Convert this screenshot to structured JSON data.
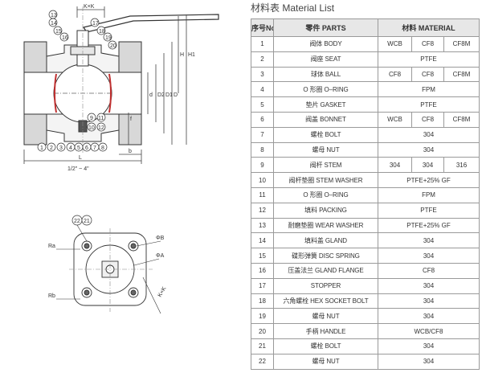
{
  "diagram": {
    "sizes": "1/2\" ~ 4\"",
    "dims": {
      "kk": "K×K",
      "d": "d",
      "D": "D",
      "D1": "D1",
      "D2": "D2",
      "f": "f",
      "b": "b",
      "L": "L",
      "H": "H",
      "H1": "H1",
      "Ra": "Ra",
      "Rb": "Rb",
      "phiB": "ΦB",
      "phiA": "ΦA"
    },
    "callouts_top": [
      "13",
      "14",
      "15",
      "16",
      "17",
      "18",
      "19",
      "20"
    ],
    "callouts_bottom": [
      "1",
      "2",
      "3",
      "4",
      "5",
      "6",
      "7",
      "8",
      "9",
      "10",
      "11",
      "12"
    ],
    "callouts_flange": [
      "22",
      "21"
    ]
  },
  "table": {
    "title": "材料表 Material List",
    "headers": {
      "no": "序号No.",
      "parts": "零件 PARTS",
      "material": "材料 MATERIAL"
    },
    "rows": [
      {
        "no": "1",
        "part": "阀体 BODY",
        "m": [
          "WCB",
          "CF8",
          "CF8M"
        ]
      },
      {
        "no": "2",
        "part": "阀座 SEAT",
        "m": [
          "PTFE"
        ]
      },
      {
        "no": "3",
        "part": "球体 BALL",
        "m": [
          "CF8",
          "CF8",
          "CF8M"
        ]
      },
      {
        "no": "4",
        "part": "O 形圈 O–RING",
        "m": [
          "FPM"
        ]
      },
      {
        "no": "5",
        "part": "垫片 GASKET",
        "m": [
          "PTFE"
        ]
      },
      {
        "no": "6",
        "part": "阀盖 BONNET",
        "m": [
          "WCB",
          "CF8",
          "CF8M"
        ]
      },
      {
        "no": "7",
        "part": "螺栓 BOLT",
        "m": [
          "304"
        ]
      },
      {
        "no": "8",
        "part": "螺母 NUT",
        "m": [
          "304"
        ]
      },
      {
        "no": "9",
        "part": "阀杆 STEM",
        "m": [
          "304",
          "304",
          "316"
        ]
      },
      {
        "no": "10",
        "part": "阀杆垫圈 STEM WASHER",
        "m": [
          "PTFE+25% GF"
        ]
      },
      {
        "no": "11",
        "part": "O 形圈 O–RING",
        "m": [
          "FPM"
        ]
      },
      {
        "no": "12",
        "part": "填料 PACKING",
        "m": [
          "PTFE"
        ]
      },
      {
        "no": "13",
        "part": "耐磨垫圈 WEAR WASHER",
        "m": [
          "PTFE+25% GF"
        ]
      },
      {
        "no": "14",
        "part": "填料盖 GLAND",
        "m": [
          "304"
        ]
      },
      {
        "no": "15",
        "part": "碟形弹簧 DISC SPRING",
        "m": [
          "304"
        ]
      },
      {
        "no": "16",
        "part": "压盖法兰 GLAND FLANGE",
        "m": [
          "CF8"
        ]
      },
      {
        "no": "17",
        "part": "STOPPER",
        "m": [
          "304"
        ]
      },
      {
        "no": "18",
        "part": "六角螺栓 HEX SOCKET BOLT",
        "m": [
          "304"
        ]
      },
      {
        "no": "19",
        "part": "螺母 NUT",
        "m": [
          "304"
        ]
      },
      {
        "no": "20",
        "part": "手柄 HANDLE",
        "m": [
          "WCB/CF8"
        ]
      },
      {
        "no": "21",
        "part": "螺栓 BOLT",
        "m": [
          "304"
        ]
      },
      {
        "no": "22",
        "part": "螺母 NUT",
        "m": [
          "304"
        ]
      }
    ]
  }
}
